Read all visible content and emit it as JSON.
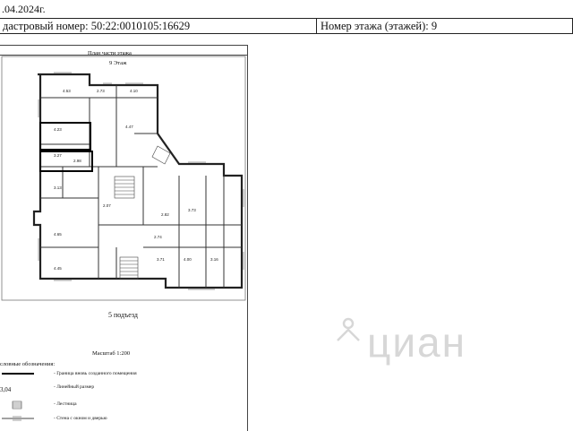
{
  "header": {
    "date": ".04.2024г.",
    "cadastral": "дастровый номер: 50:22:0010105:16629",
    "floor_number": "Номер этажа (этажей): 9"
  },
  "plan": {
    "title": "План части этажа",
    "floor_label": "9 Этаж",
    "entrance": "5  подъезд",
    "scale": "Масштаб 1:200",
    "room_labels": [
      "4.23",
      "3.27",
      "2.98",
      "2.73",
      "4.53",
      "4.10",
      "4.47",
      "3.13",
      "4.45",
      "3.73",
      "3.16",
      "2.74",
      "4.00",
      "2.07",
      "2.82",
      "4.65",
      "3.71"
    ]
  },
  "legend": {
    "title": "словные обозначения:",
    "items": [
      {
        "symbol": "",
        "text": "- Граница вновь созданного помещения"
      },
      {
        "symbol": "3,04",
        "text": "- Линейный размер"
      },
      {
        "symbol": "",
        "text": "- Лестница"
      },
      {
        "symbol": "",
        "text": "- Стена с окном и дверью"
      }
    ]
  },
  "watermark": {
    "text": "циан",
    "icon": "cian-logo-icon"
  }
}
